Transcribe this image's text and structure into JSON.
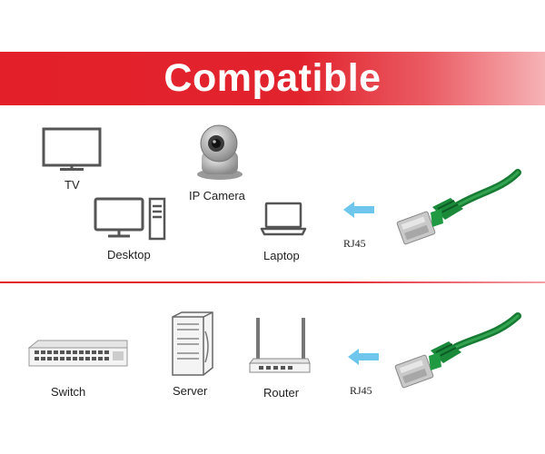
{
  "banner": {
    "title": "Compatible"
  },
  "compat_top": {
    "devices": [
      {
        "label": "TV",
        "icon": "tv-icon"
      },
      {
        "label": "IP Camera",
        "icon": "ip-camera-icon"
      },
      {
        "label": "Desktop",
        "icon": "desktop-icon"
      },
      {
        "label": "Laptop",
        "icon": "laptop-icon"
      }
    ],
    "connector_label": "RJ45",
    "arrow_icon": "arrow-left-icon",
    "cable_icon": "rj45-cable-icon"
  },
  "compat_bottom": {
    "devices": [
      {
        "label": "Switch",
        "icon": "switch-icon"
      },
      {
        "label": "Server",
        "icon": "server-icon"
      },
      {
        "label": "Router",
        "icon": "router-icon"
      }
    ],
    "connector_label": "RJ45",
    "arrow_icon": "arrow-left-icon",
    "cable_icon": "rj45-cable-icon"
  },
  "colors": {
    "banner_red": "#e3202a",
    "arrow_blue": "#6ec6ec",
    "cable_green": "#1a8a3a",
    "icon_gray": "#555555"
  }
}
